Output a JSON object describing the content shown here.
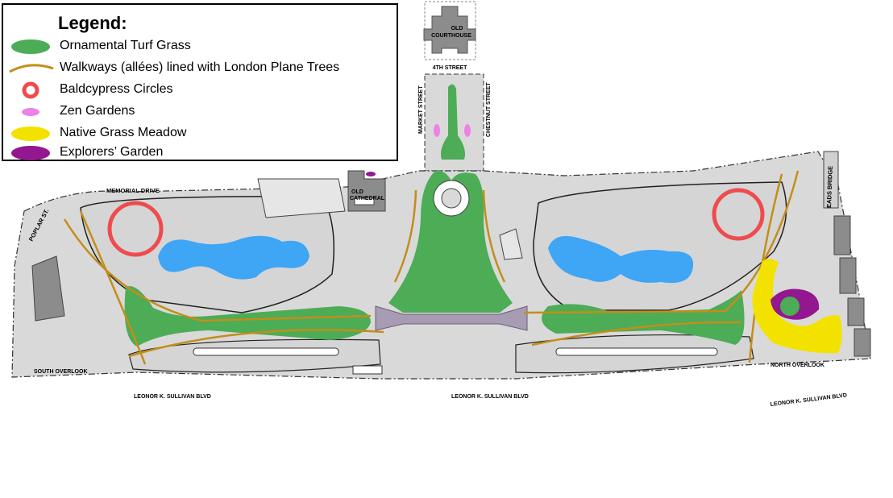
{
  "legend": {
    "title": "Legend:",
    "items": [
      {
        "key": "turf",
        "label": "Ornamental Turf Grass",
        "color": "#4dac56"
      },
      {
        "key": "walkway",
        "label": "Walkways (allées) lined with London Plane Trees",
        "color": "#c28e1a"
      },
      {
        "key": "baldcypress",
        "label": "Baldcypress Circles",
        "color": "#ef4b4f"
      },
      {
        "key": "zen",
        "label": "Zen Gardens",
        "color": "#ec82e6"
      },
      {
        "key": "meadow",
        "label": "Native Grass Meadow",
        "color": "#f3e200"
      },
      {
        "key": "explorers",
        "label": "Explorers’ Garden",
        "color": "#93178e"
      }
    ]
  },
  "labels": {
    "old_courthouse_1": "OLD",
    "old_courthouse_2": "COURTHOUSE",
    "fourth_street": "4TH STREET",
    "market_street": "MARKET STREET",
    "chestnut_street": "CHESTNUT STREET",
    "old_cathedral_1": "OLD",
    "old_cathedral_2": "CATHEDRAL",
    "memorial_drive": "MEMORIAL DRIVE",
    "poplar_st": "POPLAR ST.",
    "eads_bridge": "EADS BRIDGE",
    "south_overlook": "SOUTH OVERLOOK",
    "north_overlook": "NORTH OVERLOOK",
    "leonor_1": "LEONOR K. SULLIVAN BLVD",
    "leonor_2": "LEONOR K. SULLIVAN BLVD",
    "leonor_3": "LEONOR K. SULLIVAN BLVD"
  },
  "colors": {
    "ground": "#d9d9d9",
    "water": "#3fa5f5",
    "plaza": "#a89bb4",
    "building": "#8c8c8c"
  }
}
